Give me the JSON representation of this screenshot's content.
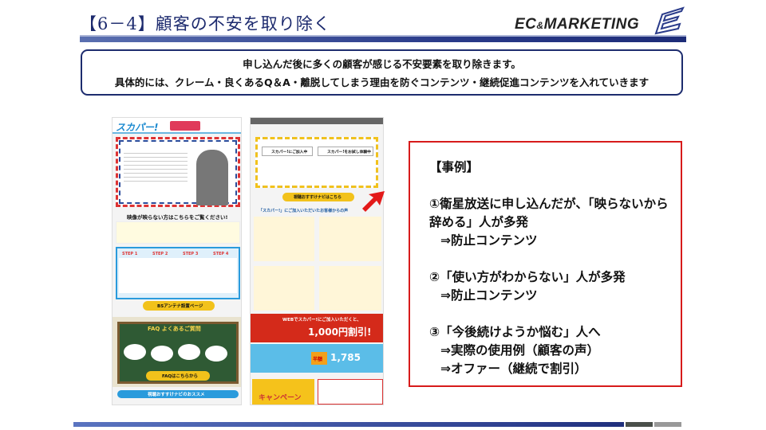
{
  "header": {
    "title": "【6－4】顧客の不安を取り除く",
    "logo_text": "EC",
    "logo_amp": "&",
    "logo_text2": "MARKETING"
  },
  "summary": {
    "line1": "申し込んだ後に多くの顧客が感じる不安要素を取り除きます。",
    "line2": "具体的には、クレーム・良くあるQ＆A・離脱してしまう理由を防ぐコンテンツ・継続促進コンテンツを入れていきます"
  },
  "left_screenshot": {
    "brand": "スカパー!",
    "notice": "映像が映らない方はこちらをご覧ください!",
    "antenna_button": "BSアンテナ設置ページ",
    "faq_title": "FAQ よくあるご質問",
    "faq_button": "FAQはこちらから",
    "recommend": "視聴おすすけナビのおススメ",
    "steps": [
      "STEP 1",
      "STEP 2",
      "STEP 3",
      "STEP 4"
    ]
  },
  "right_screenshot": {
    "option1": "スカパー!にご加入中",
    "option2": "スカパー!をお試し体験中",
    "navi_button": "視聴おすすけナビはこちら",
    "voices_title": "「スカパー!」にご加入いただいたお客様からの声",
    "offer1": "WEBでスカパー!にご加入いただくと、",
    "offer1_amount": "1,000円割引!",
    "offer2_badge": "半額",
    "offer2_amount": "1,785",
    "campaign": "キャンペーン"
  },
  "case": {
    "heading": "【事例】",
    "items": [
      {
        "problem": "①衛星放送に申し込んだが、「映らないから辞める」人が多発",
        "solutions": [
          "⇒防止コンテンツ"
        ]
      },
      {
        "problem": "②「使い方がわからない」人が多発",
        "solutions": [
          "⇒防止コンテンツ"
        ]
      },
      {
        "problem": "③「今後続けようか悩む」人へ",
        "solutions": [
          "⇒実際の使用例（顧客の声）",
          "⇒オファー（継続で割引）"
        ]
      }
    ]
  },
  "colors": {
    "navy": "#1d2c6e",
    "accent_red": "#d71b1b"
  }
}
